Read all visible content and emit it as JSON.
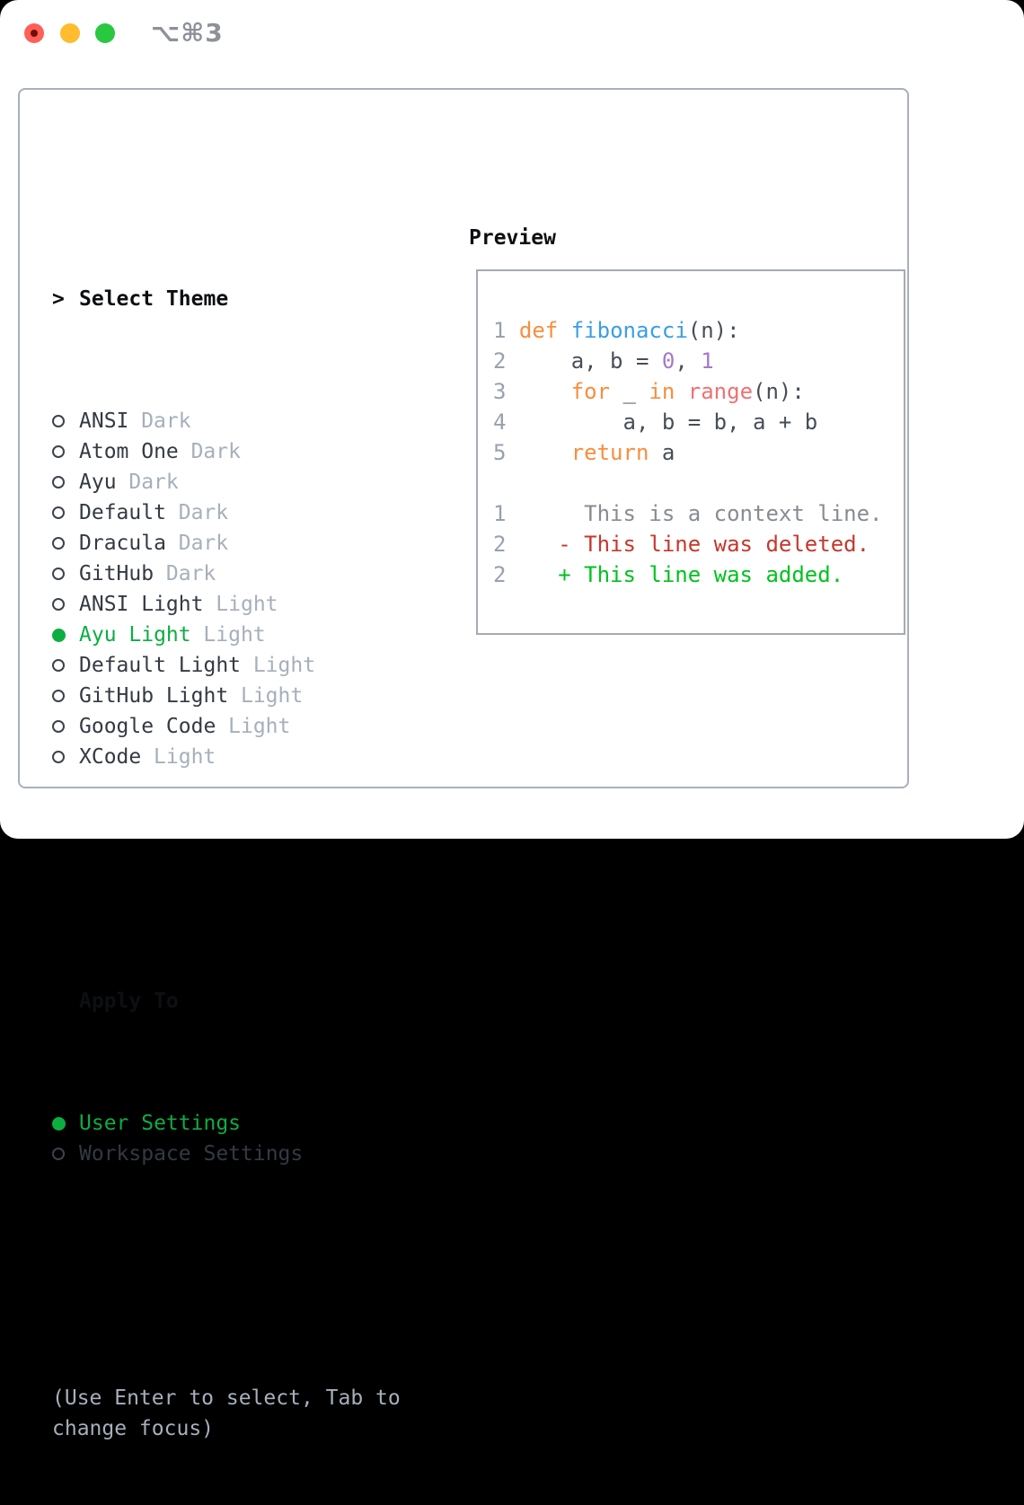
{
  "window": {
    "title": "⌥⌘3",
    "traffic_lights": {
      "close": "close-button",
      "minimize": "minimize-button",
      "zoom": "zoom-button",
      "unsaved_dot": true
    }
  },
  "theme_selector": {
    "prompt": ">",
    "title": "Select Theme",
    "themes": [
      {
        "name": "ANSI",
        "tag": "Dark",
        "selected": false
      },
      {
        "name": "Atom One",
        "tag": "Dark",
        "selected": false
      },
      {
        "name": "Ayu",
        "tag": "Dark",
        "selected": false
      },
      {
        "name": "Default",
        "tag": "Dark",
        "selected": false
      },
      {
        "name": "Dracula",
        "tag": "Dark",
        "selected": false
      },
      {
        "name": "GitHub",
        "tag": "Dark",
        "selected": false
      },
      {
        "name": "ANSI Light",
        "tag": "Light",
        "selected": false
      },
      {
        "name": "Ayu Light",
        "tag": "Light",
        "selected": true
      },
      {
        "name": "Default Light",
        "tag": "Light",
        "selected": false
      },
      {
        "name": "GitHub Light",
        "tag": "Light",
        "selected": false
      },
      {
        "name": "Google Code",
        "tag": "Light",
        "selected": false
      },
      {
        "name": "XCode",
        "tag": "Light",
        "selected": false
      }
    ],
    "apply_to": {
      "title": "Apply To",
      "options": [
        {
          "label": "User Settings",
          "selected": true
        },
        {
          "label": "Workspace Settings",
          "selected": false
        }
      ]
    },
    "hint_lines": [
      "(Use Enter to select, Tab to",
      "change focus)"
    ]
  },
  "preview": {
    "title": "Preview",
    "lines": [
      {
        "num": "1",
        "tokens": [
          {
            "text": "def",
            "style": "keyword"
          },
          {
            "text": " ",
            "style": "plain"
          },
          {
            "text": "fibonacci",
            "style": "function"
          },
          {
            "text": "(n):",
            "style": "plain"
          }
        ]
      },
      {
        "num": "2",
        "tokens": [
          {
            "text": "    a, b = ",
            "style": "plain"
          },
          {
            "text": "0",
            "style": "number"
          },
          {
            "text": ", ",
            "style": "plain"
          },
          {
            "text": "1",
            "style": "number"
          }
        ]
      },
      {
        "num": "3",
        "tokens": [
          {
            "text": "    ",
            "style": "plain"
          },
          {
            "text": "for",
            "style": "keyword"
          },
          {
            "text": " _ ",
            "style": "plain"
          },
          {
            "text": "in",
            "style": "keyword"
          },
          {
            "text": " ",
            "style": "plain"
          },
          {
            "text": "range",
            "style": "builtin"
          },
          {
            "text": "(n):",
            "style": "plain"
          }
        ]
      },
      {
        "num": "4",
        "tokens": [
          {
            "text": "        a, b = b, a + b",
            "style": "plain"
          }
        ]
      },
      {
        "num": "5",
        "tokens": [
          {
            "text": "    ",
            "style": "plain"
          },
          {
            "text": "return",
            "style": "keyword"
          },
          {
            "text": " a",
            "style": "plain"
          }
        ]
      },
      {
        "num": "",
        "tokens": []
      },
      {
        "num": "1",
        "tokens": [
          {
            "text": "     This is a context line.",
            "style": "context"
          }
        ]
      },
      {
        "num": "2",
        "tokens": [
          {
            "text": "   - This line was deleted.",
            "style": "deleted"
          }
        ]
      },
      {
        "num": "2",
        "tokens": [
          {
            "text": "   + This line was added.",
            "style": "added"
          }
        ]
      }
    ]
  },
  "colors": {
    "accent_green": "#0cae42",
    "keyword": "#FA8D3E",
    "function": "#399EE6",
    "number": "#A37ACC",
    "builtin": "#F07171",
    "plain": "#474E57",
    "context": "#878C92",
    "deleted": "#C5382D",
    "added": "#00C21E",
    "line_number": "#97A1AD",
    "tag_gray": "#A6AFBB",
    "border_gray": "#A9B0B9",
    "traffic_red": "#FF5F57",
    "traffic_yellow": "#FEBC2E",
    "traffic_green": "#28C840",
    "title_gray": "#8D9198"
  }
}
